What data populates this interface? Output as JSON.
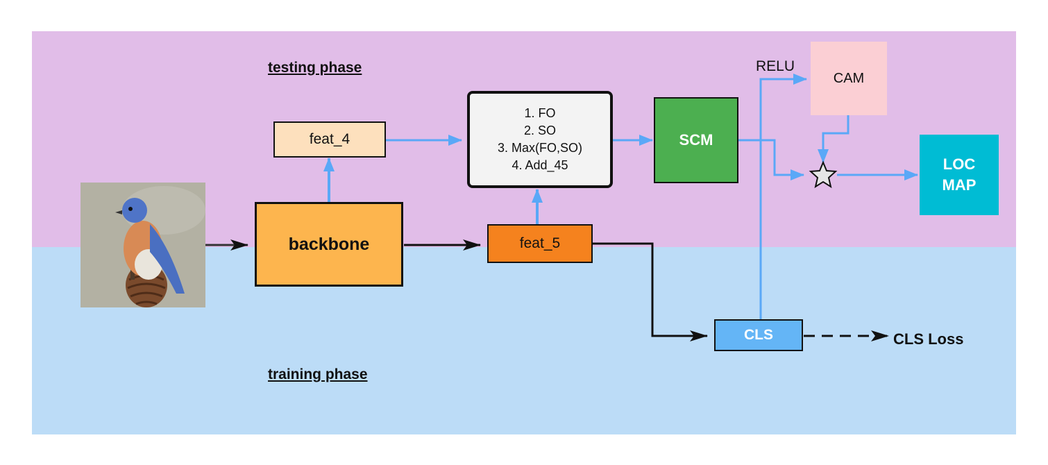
{
  "phases": {
    "testing": "testing phase",
    "training": "training phase"
  },
  "nodes": {
    "feat_4": "feat_4",
    "ops": [
      "1. FO",
      "2. SO",
      "3. Max(FO,SO)",
      "4. Add_45"
    ],
    "scm": "SCM",
    "cam": "CAM",
    "relu": "RELU",
    "loc_map": [
      "LOC",
      "MAP"
    ],
    "backbone": "backbone",
    "feat_5": "feat_5",
    "cls": "CLS",
    "cls_loss": "CLS Loss"
  },
  "colors": {
    "testing_band": "#e1bde8",
    "training_band": "#bcdcf7",
    "feat_4": "#fde0bd",
    "backbone": "#fdb54e",
    "feat_5": "#f5821e",
    "ops": "#f3f3f3",
    "scm": "#4caf50",
    "cam": "#fbcfd4",
    "loc_map": "#00bcd4",
    "cls": "#64b5f6",
    "flow_arrow": "#5aa8f7",
    "main_arrow": "#111111"
  },
  "icons": {
    "input_image": "bird-photo-icon",
    "multiply": "star-icon"
  }
}
